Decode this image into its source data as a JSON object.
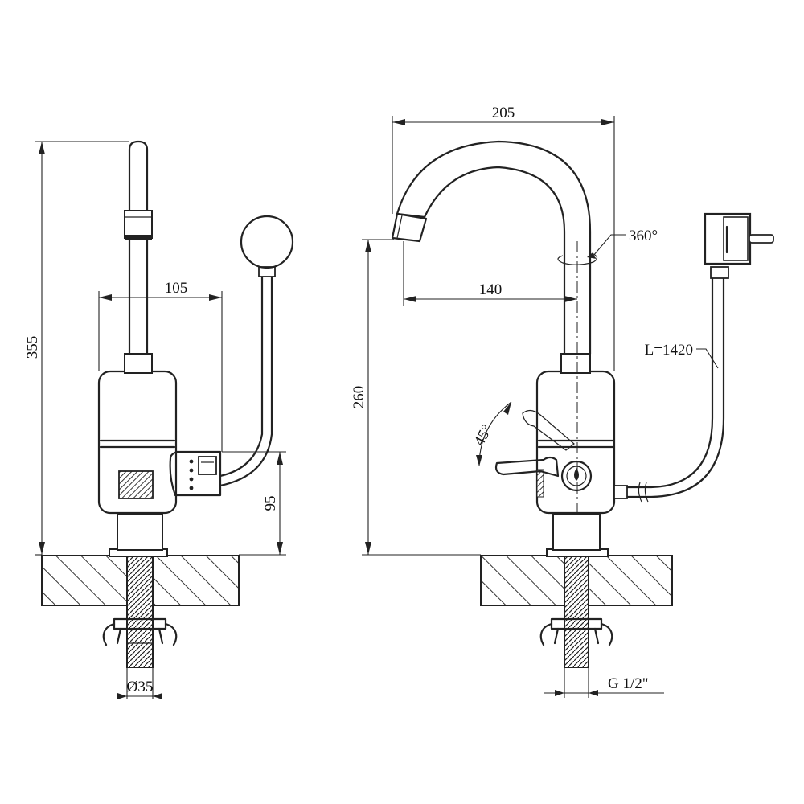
{
  "dimensions": {
    "side_height": "355",
    "side_body_width": "105",
    "side_connector_height": "95",
    "side_base_diameter": "Ø35",
    "front_width": "205",
    "front_spout_reach": "140",
    "front_height": "260",
    "front_rotation": "360°",
    "front_lever_angle": "45°",
    "cable_length": "L=1420",
    "thread_size": "G 1/2\""
  }
}
